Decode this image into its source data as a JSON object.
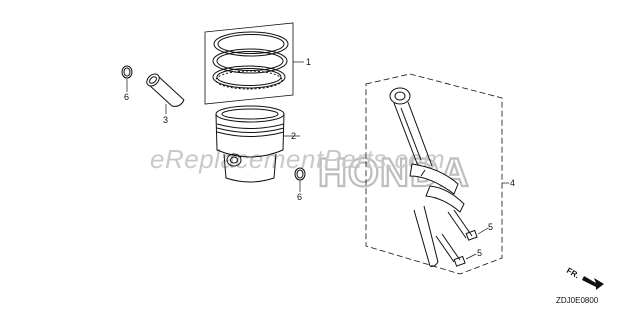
{
  "diagram": {
    "callouts": [
      {
        "id": "p1",
        "label": "1"
      },
      {
        "id": "p2",
        "label": "2"
      },
      {
        "id": "p3",
        "label": "3"
      },
      {
        "id": "p4",
        "label": "4"
      },
      {
        "id": "p5a",
        "label": "5"
      },
      {
        "id": "p5b",
        "label": "5"
      },
      {
        "id": "p6a",
        "label": "6"
      },
      {
        "id": "p6b",
        "label": "6"
      }
    ],
    "watermark_text": "eReplacementParts.com",
    "brand_logo_text": "HONDA",
    "direction_marker": "FR.",
    "diagram_code": "ZDJ0E0800"
  }
}
